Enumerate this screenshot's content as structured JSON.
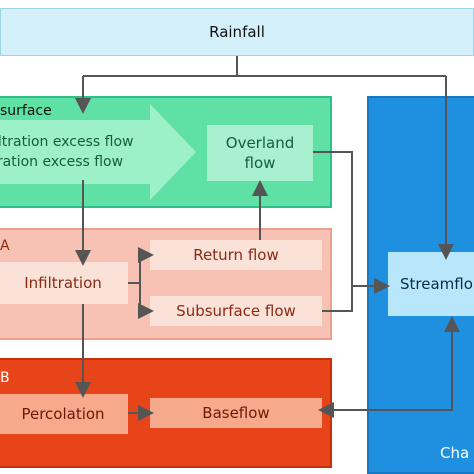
{
  "rainfall": "Rainfall",
  "surface": {
    "label": "surface",
    "excess_flow_line1": "iltration excess flow",
    "excess_flow_line2": "uration excess flow",
    "overland_line1": "Overland",
    "overland_line2": "flow"
  },
  "zone_a": {
    "label": "A",
    "infiltration": "Infiltration",
    "return_flow": "Return flow",
    "subsurface_flow": "Subsurface flow"
  },
  "zone_b": {
    "label": "B",
    "percolation": "Percolation",
    "baseflow": "Baseflow"
  },
  "channel": {
    "label": "Cha",
    "streamflow": "Streamflo"
  },
  "colors": {
    "surface": "#5fe0a5",
    "zone_a": "#f7c2b3",
    "zone_b": "#e8441a",
    "channel": "#1f8fe0",
    "rainfall": "#d4f1fb"
  }
}
